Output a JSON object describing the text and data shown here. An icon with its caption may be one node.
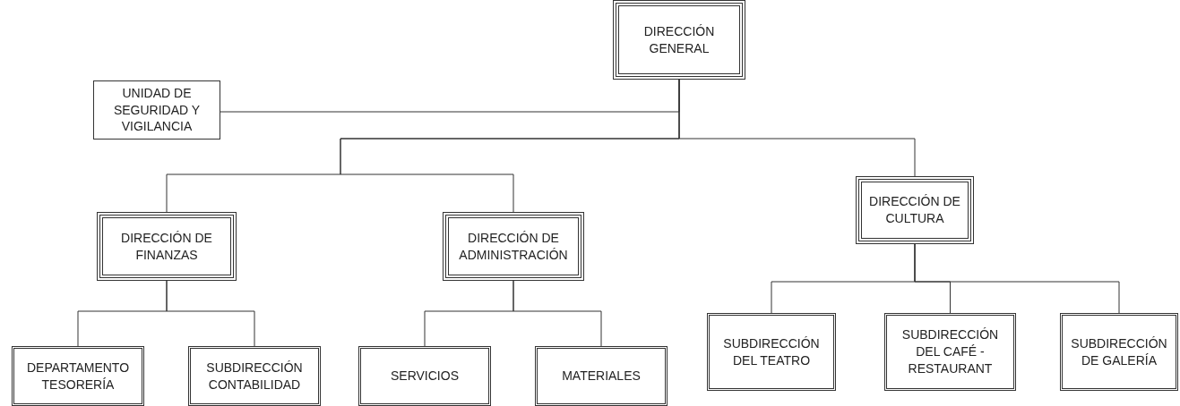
{
  "diagram": {
    "nodes": [
      {
        "text": [
          "DIRECCIÓN GENERAL"
        ]
      },
      {
        "text": [
          "UNIDAD DE SEGURIDAD Y VIGILANCIA"
        ]
      },
      {
        "text": [
          "DIRECCIÓN DE FINANZAS"
        ]
      },
      {
        "text": [
          "DIRECCIÓN DE ADMINISTRACIÓN"
        ]
      },
      {
        "text": [
          "DIRECCIÓN DE CULTURA"
        ]
      },
      {
        "text": [
          "DEPARTAMENTO TESORERÍA"
        ]
      },
      {
        "text": [
          "SUBDIRECCIÓN CONTABILIDAD"
        ]
      },
      {
        "text": [
          "SERVICIOS"
        ]
      },
      {
        "text": [
          "MATERIALES"
        ]
      },
      {
        "text": [
          "SUBDIRECCIÓN DEL TEATRO"
        ]
      },
      {
        "text": [
          "SUBDIRECCIÓN DEL CAFÉ - RESTAURANT"
        ]
      },
      {
        "text": [
          "SUBDIRECCIÓN DE GALERÍA"
        ]
      }
    ],
    "edges": [
      {
        "from": 0,
        "to": 1,
        "arrow": "none"
      },
      {
        "from": 0,
        "to": 2,
        "arrow": "none"
      },
      {
        "from": 0,
        "to": 3,
        "arrow": "none"
      },
      {
        "from": 0,
        "to": 4,
        "arrow": "none"
      },
      {
        "from": 2,
        "to": 5,
        "arrow": "none"
      },
      {
        "from": 2,
        "to": 6,
        "arrow": "none"
      },
      {
        "from": 3,
        "to": 7,
        "arrow": "none"
      },
      {
        "from": 3,
        "to": 8,
        "arrow": "none"
      },
      {
        "from": 4,
        "to": 9,
        "arrow": "none"
      },
      {
        "from": 4,
        "to": 10,
        "arrow": "none"
      },
      {
        "from": 4,
        "to": 11,
        "arrow": "none"
      }
    ]
  }
}
